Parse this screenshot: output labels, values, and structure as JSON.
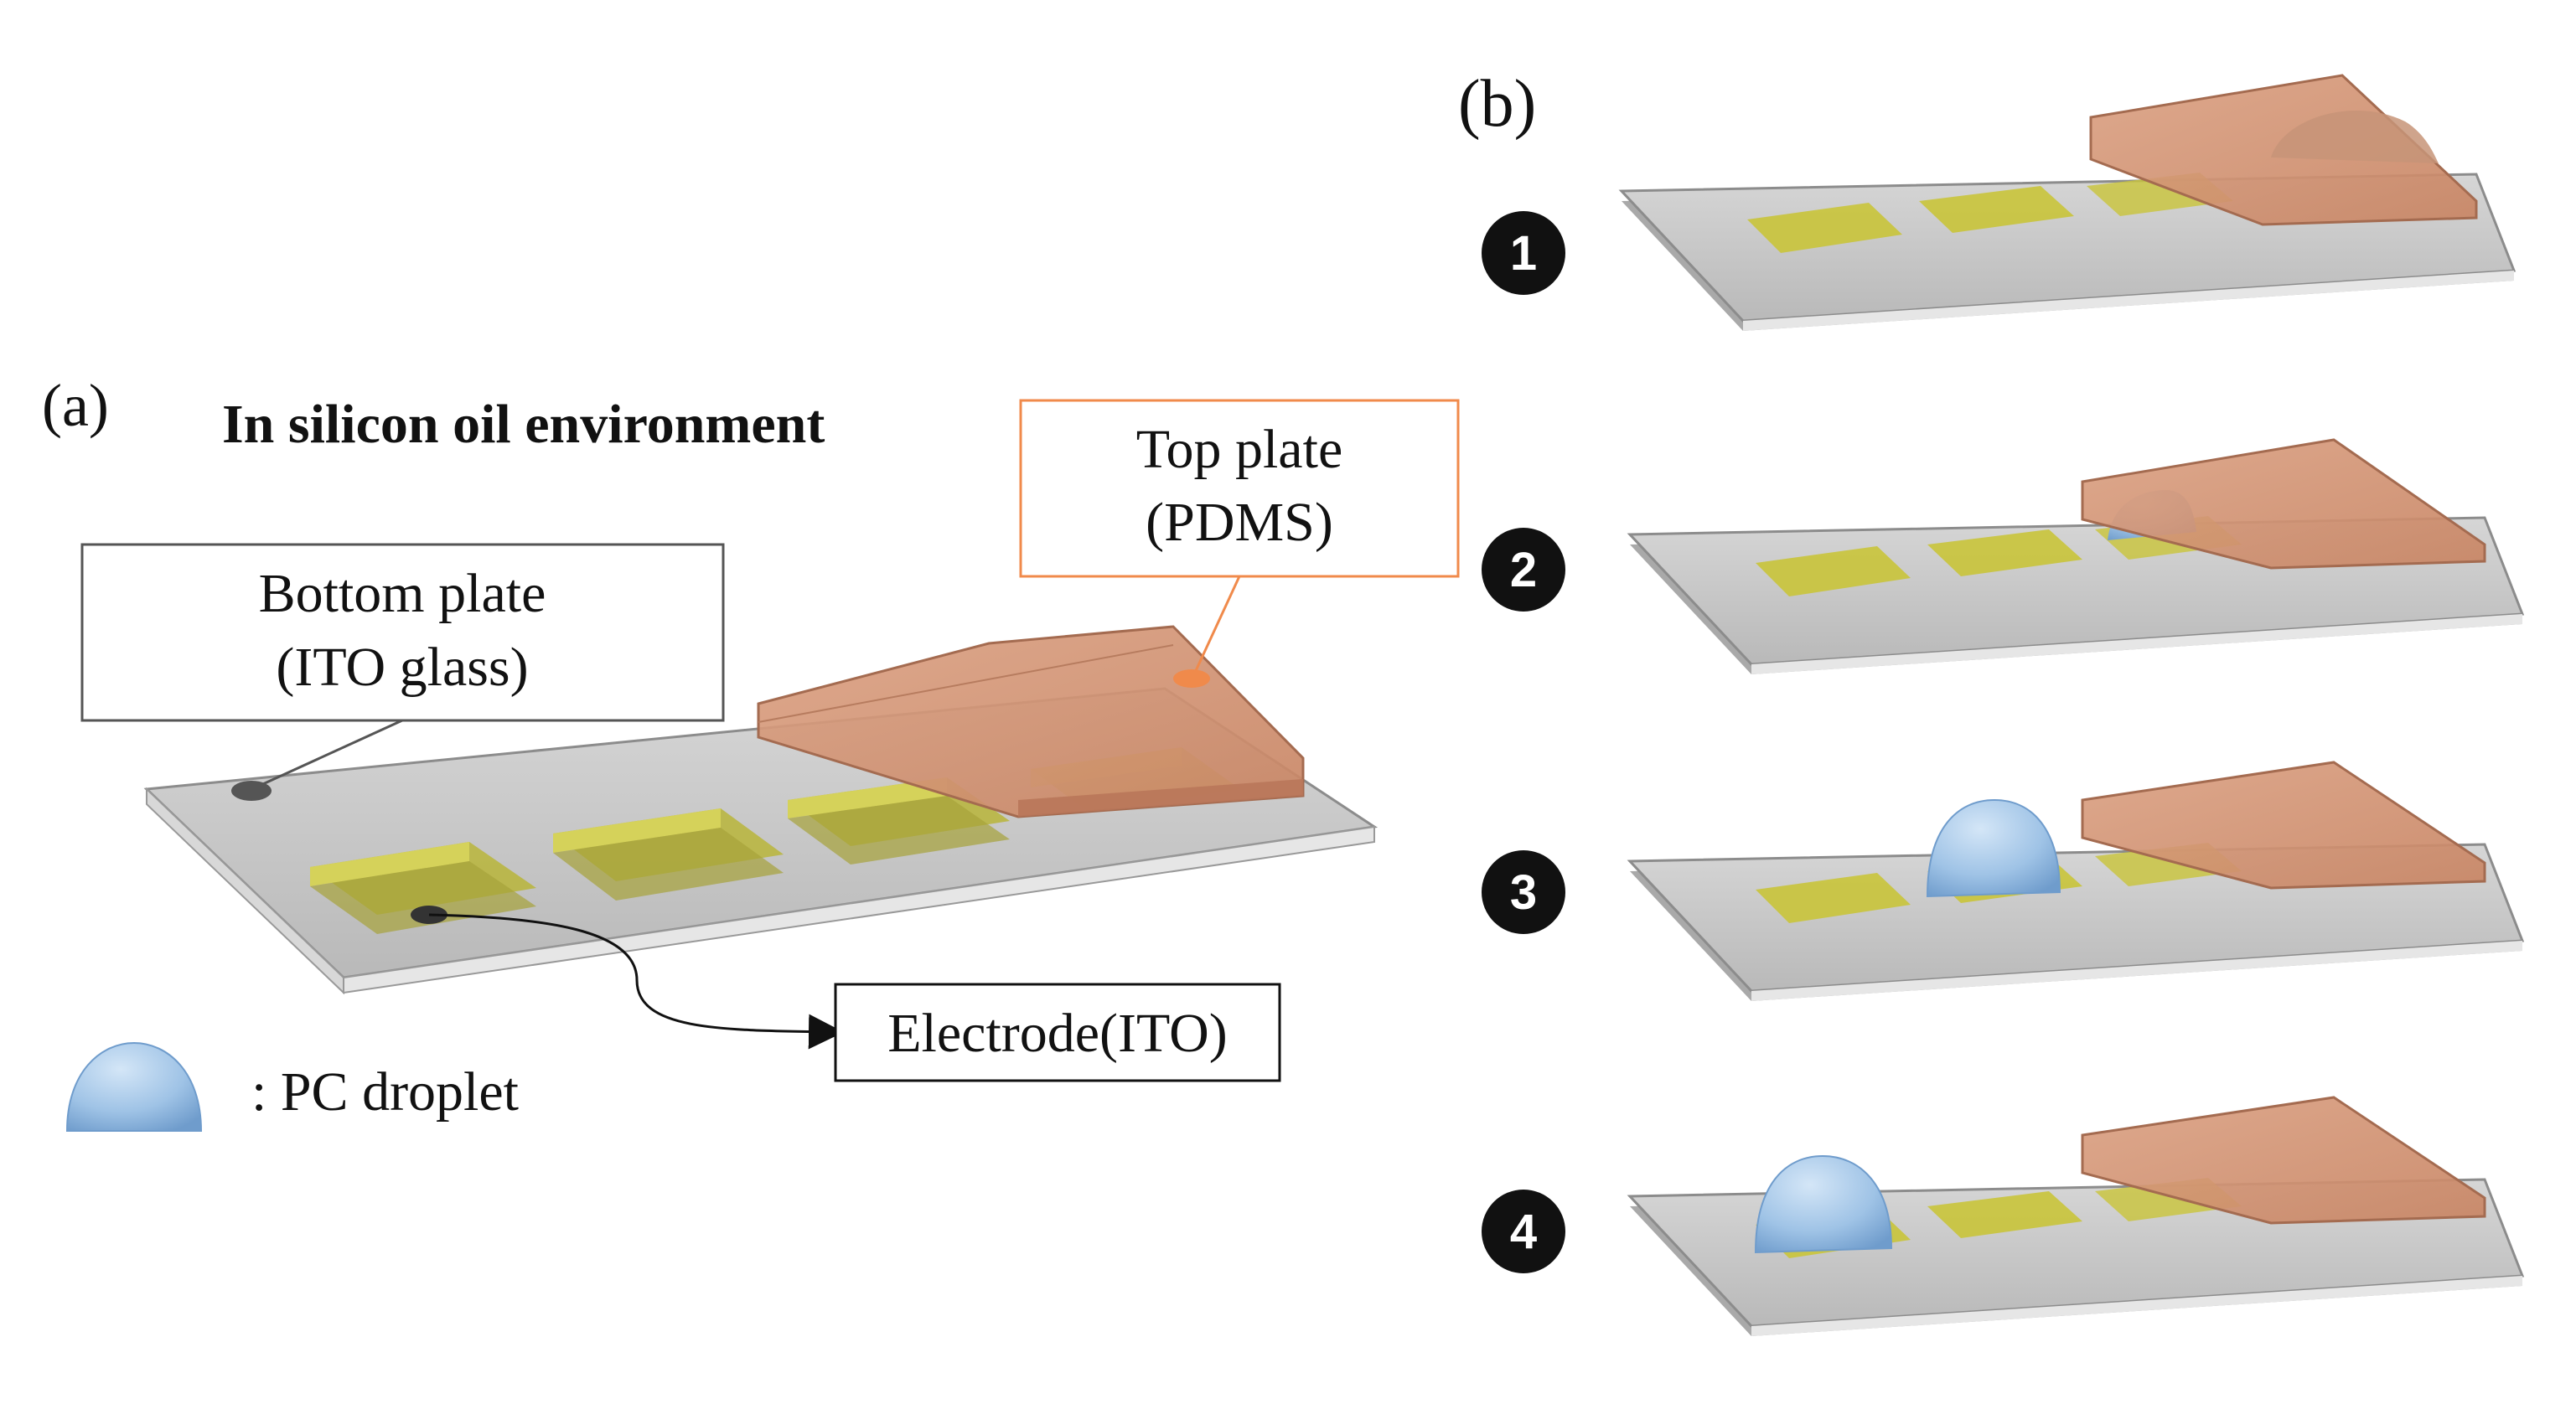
{
  "panel_a": {
    "label": "(a)",
    "title": "In silicon oil environment",
    "top_plate": {
      "line1": "Top plate",
      "line2": "(PDMS)"
    },
    "bottom_plate": {
      "line1": "Bottom plate",
      "line2": "(ITO glass)"
    },
    "electrode": "Electrode(ITO)",
    "legend_droplet": ": PC droplet"
  },
  "panel_b": {
    "label": "(b)",
    "steps": [
      "1",
      "2",
      "3",
      "4"
    ]
  },
  "colors": {
    "glass": "#c9c9c9",
    "glass_edge": "#9a9a9a",
    "electrode": "#c9c43a",
    "pdms": "#d08f6e",
    "pdms_callout": "#f08a4b",
    "droplet": "#9fc3e6"
  }
}
